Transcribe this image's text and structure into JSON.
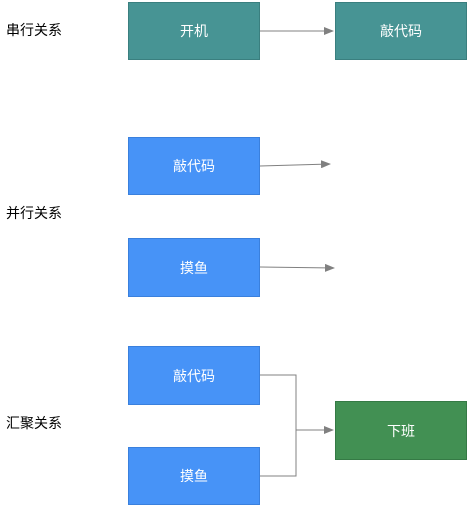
{
  "sections": {
    "serial": "串行关系",
    "parallel": "并行关系",
    "merge": "汇聚关系"
  },
  "nodes": {
    "start": "开机",
    "code_serial": "敲代码",
    "code_parallel": "敲代码",
    "slack_parallel": "摸鱼",
    "code_merge": "敲代码",
    "slack_merge": "摸鱼",
    "off_work": "下班"
  },
  "colors": {
    "teal": "#479494",
    "blue": "#4793f7",
    "green": "#429053",
    "edge": "#808080"
  }
}
